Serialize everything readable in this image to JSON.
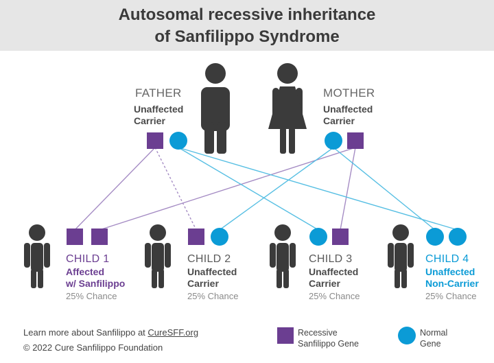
{
  "title": {
    "line1": "Autosomal recessive inheritance",
    "line2": "of Sanfilippo Syndrome"
  },
  "colors": {
    "recessive": "#6b3e91",
    "normal": "#0b9bd6",
    "figure": "#3b3b3b",
    "line_recessive": "#a58cc4",
    "line_normal": "#57bfe3"
  },
  "father": {
    "name": "FATHER",
    "status1": "Unaffected",
    "status2": "Carrier",
    "icon": "male-figure-icon"
  },
  "mother": {
    "name": "MOTHER",
    "status1": "Unaffected",
    "status2": "Carrier",
    "icon": "female-figure-icon"
  },
  "children": [
    {
      "name": "CHILD 1",
      "status1": "Affected",
      "status2": "w/ Sanfilippo",
      "chance": "25% Chance",
      "genes": [
        "recessive",
        "recessive"
      ],
      "highlight": "recessive"
    },
    {
      "name": "CHILD 2",
      "status1": "Unaffected",
      "status2": "Carrier",
      "chance": "25% Chance",
      "genes": [
        "recessive",
        "normal"
      ],
      "highlight": "none"
    },
    {
      "name": "CHILD 3",
      "status1": "Unaffected",
      "status2": "Carrier",
      "chance": "25% Chance",
      "genes": [
        "normal",
        "recessive"
      ],
      "highlight": "none"
    },
    {
      "name": "CHILD 4",
      "status1": "Unaffected",
      "status2": "Non-Carrier",
      "chance": "25% Chance",
      "genes": [
        "normal",
        "normal"
      ],
      "highlight": "normal"
    }
  ],
  "footer": {
    "learn_prefix": "Learn more about Sanfilippo at ",
    "learn_link": "CureSFF.org",
    "copyright": "© 2022 Cure Sanfilippo Foundation"
  },
  "legend": {
    "recessive_line1": "Recessive",
    "recessive_line2": "Sanfilippo Gene",
    "normal_line1": "Normal",
    "normal_line2": "Gene"
  }
}
